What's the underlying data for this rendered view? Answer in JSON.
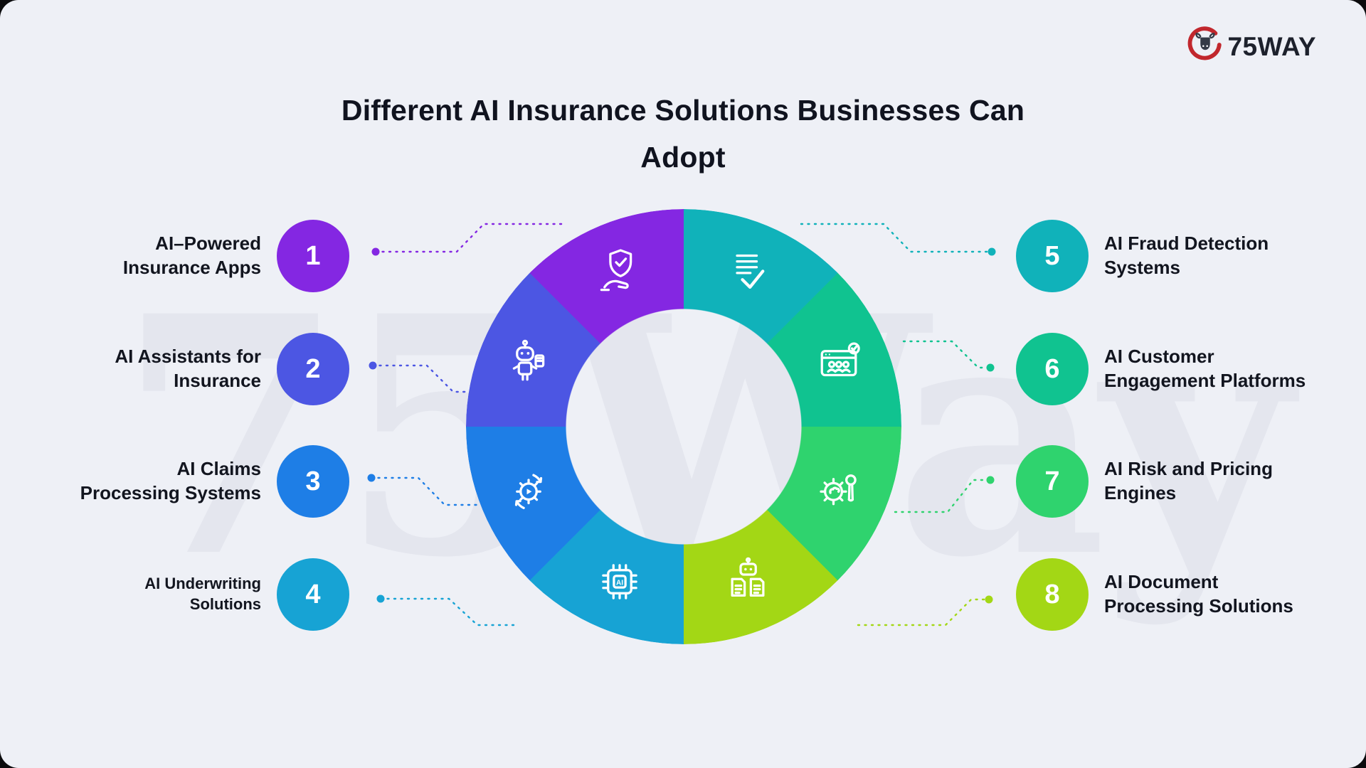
{
  "title": "Different AI Insurance Solutions Businesses Can\nAdopt",
  "logo": {
    "brand": "75WAY"
  },
  "watermark": "75Way",
  "donut": {
    "segment_colors": [
      "#10b2ba",
      "#10c390",
      "#2fd36e",
      "#a3d715",
      "#17a3d4",
      "#1e7ee6",
      "#4c56e3",
      "#8427e2"
    ]
  },
  "items": [
    {
      "number": "1",
      "label": "AI–Powered\nInsurance Apps",
      "color": "#8427e2",
      "icon": "shield-check-hand-icon"
    },
    {
      "number": "2",
      "label": "AI Assistants for\nInsurance",
      "color": "#4c56e3",
      "icon": "assistant-robot-icon"
    },
    {
      "number": "3",
      "label": "AI Claims\nProcessing Systems",
      "color": "#1e7ee6",
      "icon": "process-gear-icon"
    },
    {
      "number": "4",
      "label": "AI Underwriting\nSolutions",
      "color": "#17a3d4",
      "icon": "ai-chip-icon"
    },
    {
      "number": "5",
      "label": "AI Fraud Detection\nSystems",
      "color": "#10b2ba",
      "icon": "checklist-icon"
    },
    {
      "number": "6",
      "label": "AI Customer\nEngagement Platforms",
      "color": "#10c390",
      "icon": "engagement-platform-icon"
    },
    {
      "number": "7",
      "label": "AI Risk and Pricing\nEngines",
      "color": "#2fd36e",
      "icon": "gear-wrench-icon"
    },
    {
      "number": "8",
      "label": "AI Document\nProcessing Solutions",
      "color": "#a3d715",
      "icon": "robot-documents-icon"
    }
  ]
}
